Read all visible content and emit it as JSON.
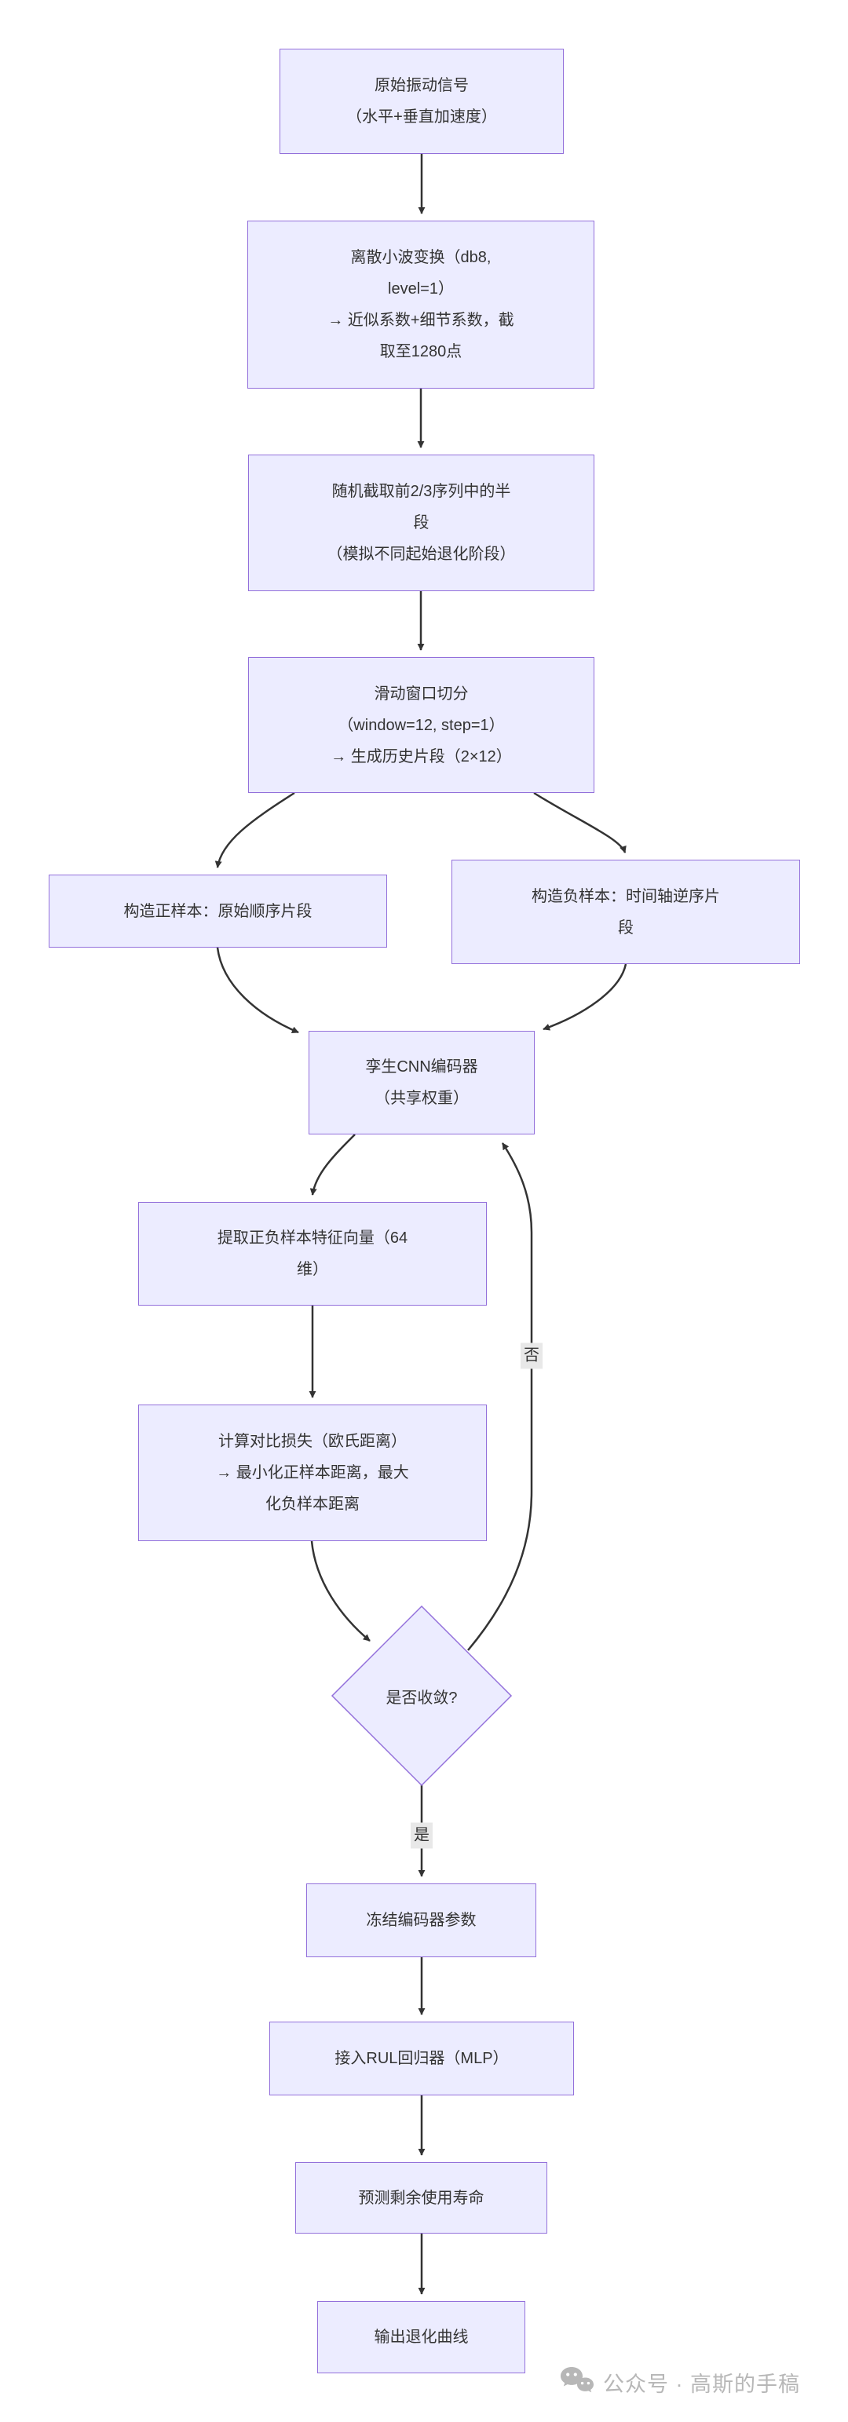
{
  "diagram": {
    "type": "flowchart",
    "direction": "top-down",
    "nodes": {
      "raw_signal": {
        "label": "原始振动信号\n（水平+垂直加速度）",
        "shape": "rect"
      },
      "dwt": {
        "label": "离散小波变换（db8,\nlevel=1）\n→ 近似系数+细节系数，截\n取至1280点",
        "shape": "rect"
      },
      "random_crop": {
        "label": "随机截取前2/3序列中的半\n段\n（模拟不同起始退化阶段）",
        "shape": "rect"
      },
      "sliding_window": {
        "label": "滑动窗口切分\n（window=12, step=1）\n→ 生成历史片段（2×12）",
        "shape": "rect"
      },
      "positive_sample": {
        "label": "构造正样本：原始顺序片段",
        "shape": "rect"
      },
      "negative_sample": {
        "label": "构造负样本：时间轴逆序片\n段",
        "shape": "rect"
      },
      "siamese_encoder": {
        "label": "孪生CNN编码器\n（共享权重）",
        "shape": "rect"
      },
      "feature_vectors": {
        "label": "提取正负样本特征向量（64\n维）",
        "shape": "rect"
      },
      "contrastive_loss": {
        "label": "计算对比损失（欧氏距离）\n→ 最小化正样本距离，最大\n化负样本距离",
        "shape": "rect"
      },
      "convergence_check": {
        "label": "是否收敛?",
        "shape": "diamond"
      },
      "freeze_encoder": {
        "label": "冻结编码器参数",
        "shape": "rect"
      },
      "rul_regressor": {
        "label": "接入RUL回归器（MLP）",
        "shape": "rect"
      },
      "predict_rul": {
        "label": "预测剩余使用寿命",
        "shape": "rect"
      },
      "output_curve": {
        "label": "输出退化曲线",
        "shape": "rect"
      }
    },
    "edges": [
      {
        "from": "raw_signal",
        "to": "dwt",
        "label": ""
      },
      {
        "from": "dwt",
        "to": "random_crop",
        "label": ""
      },
      {
        "from": "random_crop",
        "to": "sliding_window",
        "label": ""
      },
      {
        "from": "sliding_window",
        "to": "positive_sample",
        "label": ""
      },
      {
        "from": "sliding_window",
        "to": "negative_sample",
        "label": ""
      },
      {
        "from": "positive_sample",
        "to": "siamese_encoder",
        "label": ""
      },
      {
        "from": "negative_sample",
        "to": "siamese_encoder",
        "label": ""
      },
      {
        "from": "siamese_encoder",
        "to": "feature_vectors",
        "label": ""
      },
      {
        "from": "feature_vectors",
        "to": "contrastive_loss",
        "label": ""
      },
      {
        "from": "contrastive_loss",
        "to": "convergence_check",
        "label": ""
      },
      {
        "from": "convergence_check",
        "to": "siamese_encoder",
        "label": "否"
      },
      {
        "from": "convergence_check",
        "to": "freeze_encoder",
        "label": "是"
      },
      {
        "from": "freeze_encoder",
        "to": "rul_regressor",
        "label": ""
      },
      {
        "from": "rul_regressor",
        "to": "predict_rul",
        "label": ""
      },
      {
        "from": "predict_rul",
        "to": "output_curve",
        "label": ""
      }
    ],
    "edge_labels": {
      "no": "否",
      "yes": "是"
    },
    "colors": {
      "node_fill": "#ECECFF",
      "node_border": "#9370DB",
      "edge_stroke": "#333333",
      "edge_label_bg": "#e8e8e8",
      "text": "#333333",
      "watermark": "#b7b7b7",
      "background": "#ffffff"
    },
    "watermark": {
      "icon": "wechat-icon",
      "label": "公众号 · 高斯的手稿"
    }
  }
}
